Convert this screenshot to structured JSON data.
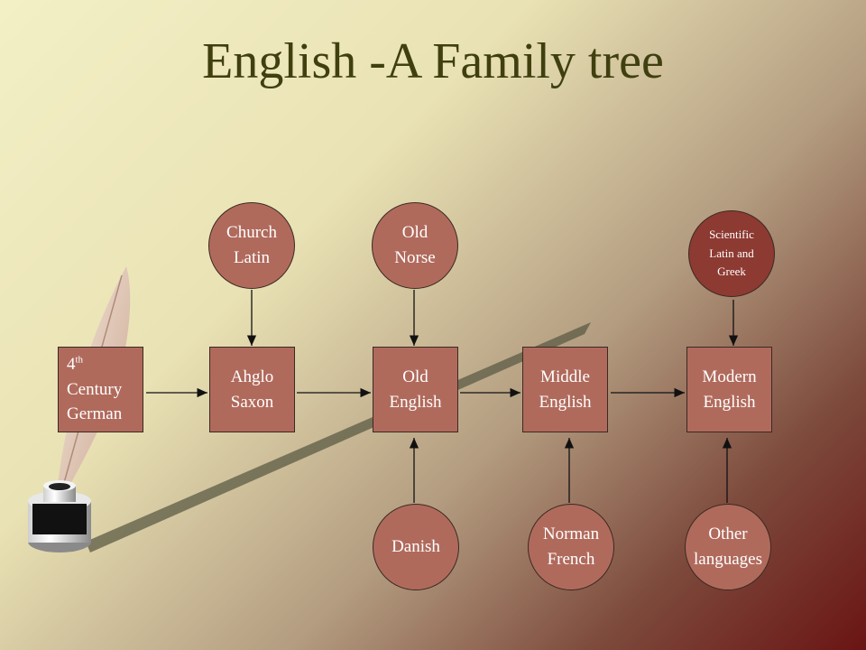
{
  "title": "English -A Family tree",
  "main_nodes": [
    {
      "id": "german",
      "lines": [
        "4",
        "Century",
        "German"
      ],
      "sup": "th"
    },
    {
      "id": "ahglo-saxon",
      "lines": [
        "Ahglo",
        "Saxon"
      ]
    },
    {
      "id": "old-english",
      "lines": [
        "Old",
        "English"
      ]
    },
    {
      "id": "middle-english",
      "lines": [
        "Middle",
        "English"
      ]
    },
    {
      "id": "modern-english",
      "lines": [
        "Modern",
        "English"
      ]
    }
  ],
  "top_influences": [
    {
      "id": "church-latin",
      "lines": [
        "Church",
        "Latin"
      ]
    },
    {
      "id": "old-norse",
      "lines": [
        "Old",
        "Norse"
      ]
    },
    {
      "id": "scientific",
      "lines": [
        "Scientific",
        "Latin and",
        "Greek"
      ]
    }
  ],
  "bottom_influences": [
    {
      "id": "danish",
      "lines": [
        "Danish"
      ]
    },
    {
      "id": "norman-french",
      "lines": [
        "Norman",
        "French"
      ]
    },
    {
      "id": "other-languages",
      "lines": [
        "Other",
        "languages"
      ]
    }
  ],
  "colors": {
    "node_fill": "#b06a5c",
    "node_dark_fill": "#8d3a32",
    "title_color": "#3f3f10"
  },
  "icons": [
    "quill-pen-icon",
    "inkwell-icon"
  ]
}
